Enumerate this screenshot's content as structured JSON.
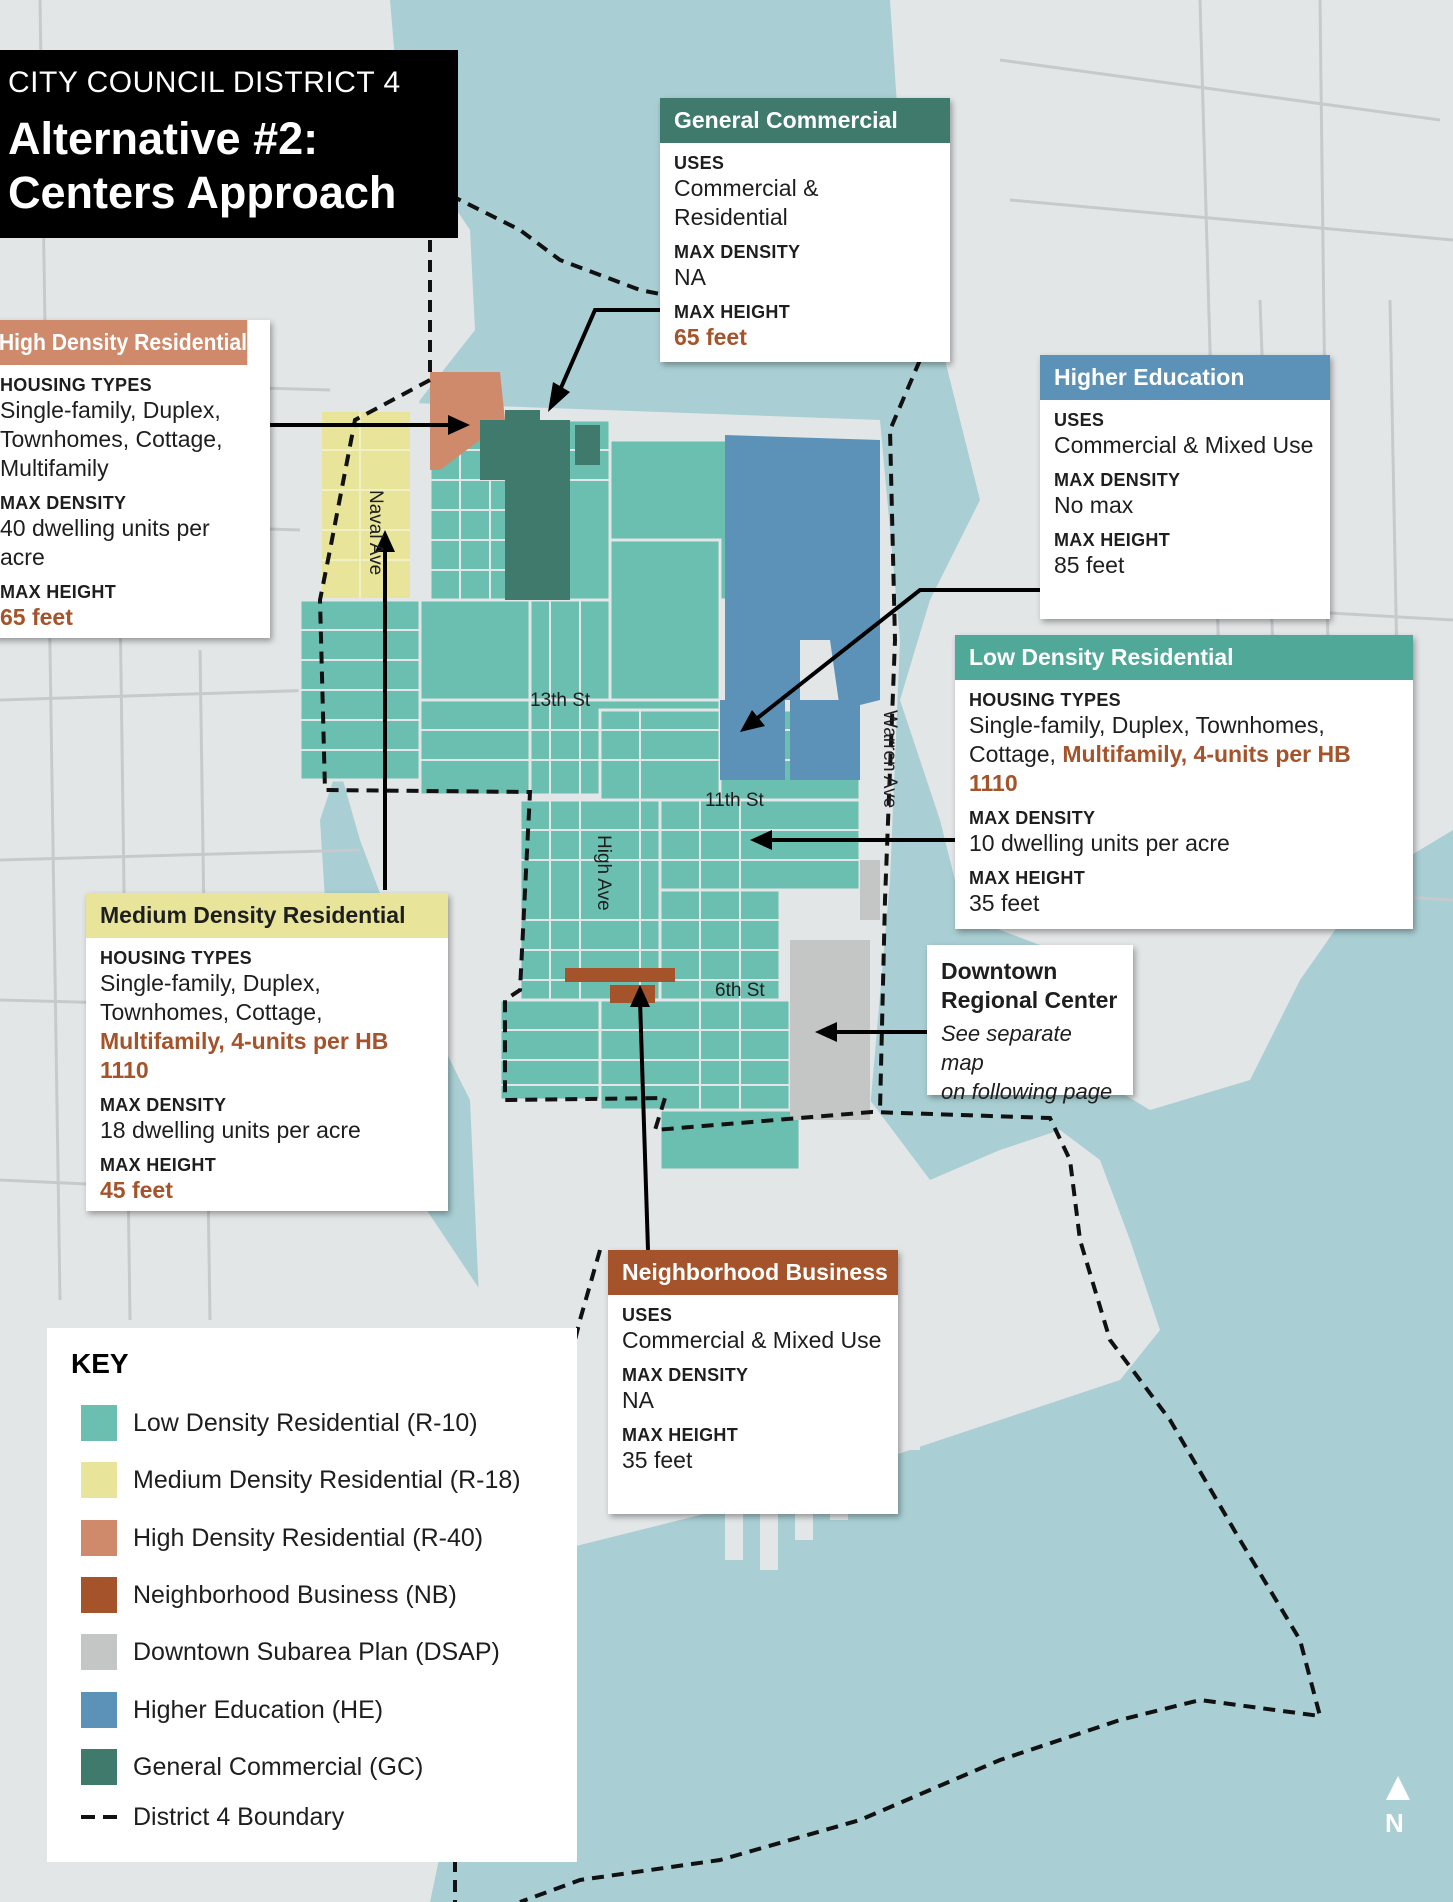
{
  "title": {
    "line1": "CITY COUNCIL DISTRICT 4",
    "line2": "Alternative #2:",
    "line3": "Centers Approach"
  },
  "colors": {
    "water": "#a9cfd4",
    "land": "#e3e6e7",
    "low_density": "#6bbfb0",
    "medium_density": "#e8e59a",
    "high_density": "#cf8a6c",
    "neighborhood_business": "#a4532a",
    "downtown_subarea": "#c3c6c5",
    "higher_education": "#5c92b8",
    "general_commercial": "#3f7a6c"
  },
  "callouts": {
    "general_commercial": {
      "header": "General Commercial",
      "label1": "USES",
      "value1": "Commercial & Residential",
      "label2": "MAX DENSITY",
      "value2": "NA",
      "label3": "MAX HEIGHT",
      "value3": "65 feet"
    },
    "higher_education": {
      "header": "Higher Education",
      "label1": "USES",
      "value1": "Commercial & Mixed Use",
      "label2": "MAX DENSITY",
      "value2": "No max",
      "label3": "MAX HEIGHT",
      "value3": "85 feet"
    },
    "high_density": {
      "header": "High Density Residential",
      "label1": "HOUSING TYPES",
      "value1a": "Single-family, Duplex,",
      "value1b": "Townhomes, Cottage,",
      "value1c": "Multifamily",
      "label2": "MAX DENSITY",
      "value2": "40 dwelling units per acre",
      "label3": "MAX HEIGHT",
      "value3": "65 feet"
    },
    "low_density": {
      "header": "Low Density Residential",
      "label1": "HOUSING TYPES",
      "value1a": "Single-family, Duplex, Townhomes,",
      "value1b": "Cottage,",
      "value1c": "Multifamily, 4-units per HB 1110",
      "label2": "MAX DENSITY",
      "value2": "10 dwelling units per acre",
      "label3": "MAX HEIGHT",
      "value3": "35 feet"
    },
    "medium_density": {
      "header": "Medium Density Residential",
      "label1": "HOUSING TYPES",
      "value1a": "Single-family, Duplex,",
      "value1b": "Townhomes, Cottage,",
      "value1c": "Multifamily, 4-units per HB 1110",
      "label2": "MAX DENSITY",
      "value2": "18 dwelling units per acre",
      "label3": "MAX HEIGHT",
      "value3": "45 feet"
    },
    "downtown": {
      "line1": "Downtown",
      "line2": "Regional Center",
      "line3": "See separate map",
      "line4": "on following page"
    },
    "neighborhood_business": {
      "header": "Neighborhood Business",
      "label1": "USES",
      "value1": "Commercial & Mixed Use",
      "label2": "MAX DENSITY",
      "value2": "NA",
      "label3": "MAX HEIGHT",
      "value3": "35 feet"
    }
  },
  "streets": {
    "naval": "Naval Ave",
    "high": "High Ave",
    "warren": "Warren Ave",
    "s13": "13th St",
    "s11": "11th St",
    "s6": "6th St"
  },
  "key": {
    "title": "KEY",
    "items": [
      {
        "label": "Low Density Residential (R-10)",
        "color": "#6bbfb0"
      },
      {
        "label": "Medium Density Residential (R-18)",
        "color": "#e8e59a"
      },
      {
        "label": "High Density Residential (R-40)",
        "color": "#cf8a6c"
      },
      {
        "label": "Neighborhood Business (NB)",
        "color": "#a4532a"
      },
      {
        "label": "Downtown Subarea Plan (DSAP)",
        "color": "#c3c6c5"
      },
      {
        "label": "Higher Education (HE)",
        "color": "#5c92b8"
      },
      {
        "label": "General Commercial (GC)",
        "color": "#3f7a6c"
      }
    ],
    "boundary_label": "District 4 Boundary"
  },
  "north_label": "N"
}
